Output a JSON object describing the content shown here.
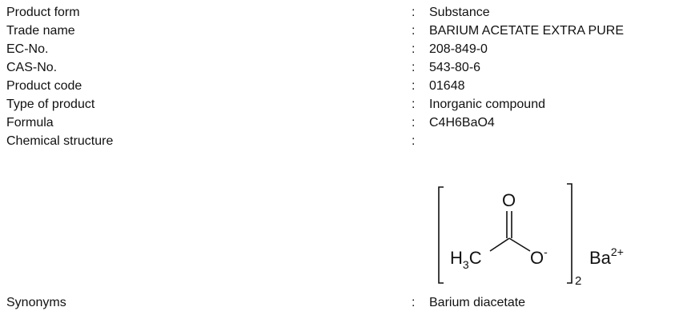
{
  "rows": [
    {
      "label": "Product form",
      "value": "Substance"
    },
    {
      "label": "Trade name",
      "value": "BARIUM ACETATE EXTRA PURE"
    },
    {
      "label": "EC-No.",
      "value": "208-849-0"
    },
    {
      "label": "CAS-No.",
      "value": "543-80-6"
    },
    {
      "label": "Product code",
      "value": "01648"
    },
    {
      "label": "Type of product",
      "value": "Inorganic compound"
    },
    {
      "label": "Formula",
      "value": "C4H6BaO4"
    },
    {
      "label": "Chemical structure",
      "value": ""
    },
    {
      "label": "Synonyms",
      "value": "Barium diacetate"
    }
  ],
  "separator": ":",
  "structure": {
    "oxygen_top": "O",
    "h3c_main": "H",
    "h3c_sub": "3",
    "h3c_end": "C",
    "oxygen_anion": "O",
    "anion_charge": "-",
    "barium": "Ba",
    "barium_charge": "2+",
    "multiplier": "2"
  }
}
